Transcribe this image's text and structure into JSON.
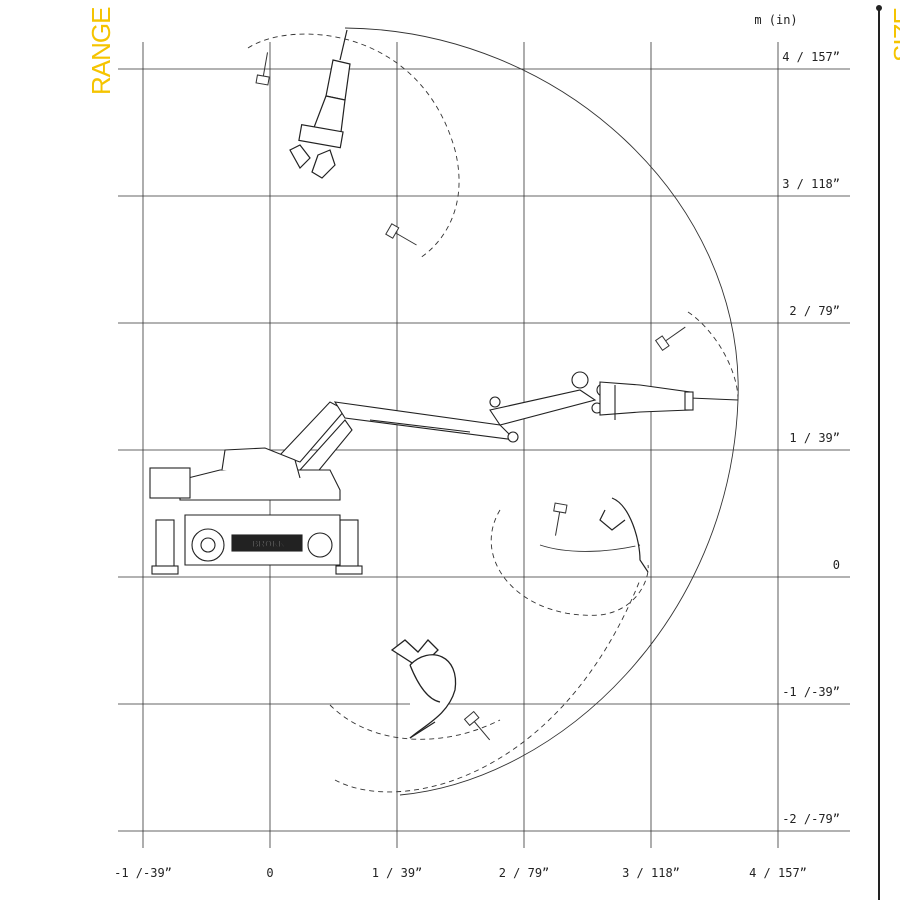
{
  "diagram": {
    "section_title": "RANGE",
    "section_title_next": "SIZE",
    "unit_label": "m (in)",
    "accent_color": "#F5C400",
    "line_color": "#222222"
  },
  "axes": {
    "y_ticks": [
      {
        "value": 4,
        "label": "4 / 157”"
      },
      {
        "value": 3,
        "label": "3 / 118”"
      },
      {
        "value": 2,
        "label": "2 / 79”"
      },
      {
        "value": 1,
        "label": "1 / 39”"
      },
      {
        "value": 0,
        "label": "0"
      },
      {
        "value": -1,
        "label": "-1 /-39”"
      },
      {
        "value": -2,
        "label": "-2 /-79”"
      }
    ],
    "x_ticks": [
      {
        "value": -1,
        "label": "-1 /-39”"
      },
      {
        "value": 0,
        "label": "0"
      },
      {
        "value": 1,
        "label": "1 / 39”"
      },
      {
        "value": 2,
        "label": "2 / 79”"
      },
      {
        "value": 3,
        "label": "3 / 118”"
      },
      {
        "value": 4,
        "label": "4 / 157”"
      }
    ]
  },
  "machine": {
    "brand_plate": "BROKK"
  }
}
